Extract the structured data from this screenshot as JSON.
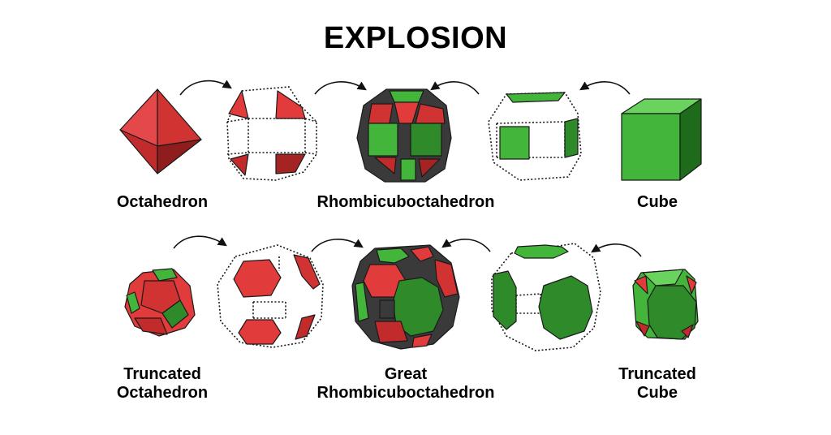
{
  "title": "EXPLOSION",
  "labels": {
    "octahedron": "Octahedron",
    "rhombicuboctahedron": "Rhombicuboctahedron",
    "cube": "Cube",
    "truncated_octahedron": [
      "Truncated",
      "Octahedron"
    ],
    "great_rhombicuboctahedron": [
      "Great",
      "Rhombicuboctahedron"
    ],
    "truncated_cube": [
      "Truncated",
      "Cube"
    ]
  },
  "colors": {
    "red": "#e23b3b",
    "red_dark": "#9e1f1f",
    "green": "#42b53a",
    "green_dark": "#1f6b1c",
    "charcoal": "#3a3a3a"
  }
}
